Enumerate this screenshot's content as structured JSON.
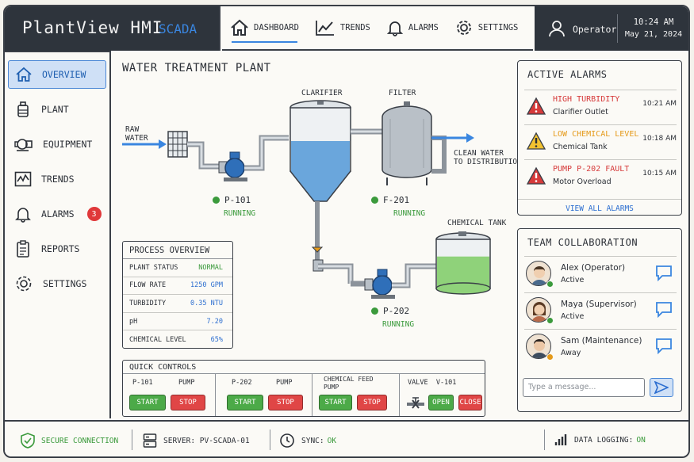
{
  "header": {
    "app_name": "PlantView HMI",
    "app_tag": "SCADA",
    "nav": [
      {
        "label": "DASHBOARD",
        "icon": "home-icon",
        "active": true
      },
      {
        "label": "TRENDS",
        "icon": "trend-chart-icon",
        "active": false
      },
      {
        "label": "ALARMS",
        "icon": "bell-icon",
        "active": false
      },
      {
        "label": "SETTINGS",
        "icon": "gear-icon",
        "active": false
      }
    ],
    "user": "Operator",
    "time": "10:24 AM",
    "date": "May 21, 2024"
  },
  "sidebar": {
    "items": [
      {
        "label": "OVERVIEW",
        "icon": "home-icon",
        "active": true
      },
      {
        "label": "PLANT",
        "icon": "plant-icon"
      },
      {
        "label": "EQUIPMENT",
        "icon": "pump-icon"
      },
      {
        "label": "TRENDS",
        "icon": "trend-chart-icon"
      },
      {
        "label": "ALARMS",
        "icon": "bell-icon",
        "badge": "3"
      },
      {
        "label": "REPORTS",
        "icon": "clipboard-icon"
      },
      {
        "label": "SETTINGS",
        "icon": "gear-icon"
      }
    ]
  },
  "main": {
    "title": "WATER TREATMENT PLANT",
    "labels": {
      "raw_water": "RAW\nWATER",
      "clarifier": "CLARIFIER",
      "filter": "FILTER",
      "clean_water": "CLEAN WATER\nTO DISTRIBUTION",
      "chemical_tank": "CHEMICAL TANK"
    },
    "equipment": [
      {
        "id": "P-101",
        "status": "RUNNING"
      },
      {
        "id": "F-201",
        "status": "RUNNING"
      },
      {
        "id": "P-202",
        "status": "RUNNING"
      }
    ],
    "process_overview": {
      "title": "PROCESS OVERVIEW",
      "rows": [
        {
          "label": "PLANT STATUS",
          "value": "NORMAL"
        },
        {
          "label": "FLOW RATE",
          "value": "1250 GPM"
        },
        {
          "label": "TURBIDITY",
          "value": "0.35 NTU"
        },
        {
          "label": "pH",
          "value": "7.20"
        },
        {
          "label": "CHEMICAL LEVEL",
          "value": "65%"
        }
      ]
    },
    "quick_controls": {
      "title": "QUICK CONTROLS",
      "groups": [
        {
          "name": "P-101",
          "type": "PUMP",
          "start": "START",
          "stop": "STOP"
        },
        {
          "name": "P-202",
          "type": "PUMP",
          "start": "START",
          "stop": "STOP"
        },
        {
          "name": "CHEMICAL FEED\nPUMP",
          "start": "START",
          "stop": "STOP"
        },
        {
          "name": "VALVE  V-101",
          "open": "OPEN",
          "close": "CLOSE"
        }
      ]
    },
    "levels": {
      "clarifier": 0.55,
      "filter": 0.0,
      "chemical_tank": 0.65
    }
  },
  "alarms": {
    "title": "ACTIVE ALARMS",
    "items": [
      {
        "title": "HIGH TURBIDITY",
        "source": "Clarifier Outlet",
        "time": "10:21 AM",
        "severity": "high",
        "color": "#d63a3a"
      },
      {
        "title": "LOW CHEMICAL LEVEL",
        "source": "Chemical Tank",
        "time": "10:18 AM",
        "severity": "medium",
        "color": "#e59a1a"
      },
      {
        "title": "PUMP P-202 FAULT",
        "source": "Motor Overload",
        "time": "10:15 AM",
        "severity": "high",
        "color": "#d63a3a"
      }
    ],
    "view_all": "VIEW ALL ALARMS"
  },
  "team": {
    "title": "TEAM COLLABORATION",
    "members": [
      {
        "name": "Alex (Operator)",
        "status": "Active",
        "status_color": "#3b9a3c"
      },
      {
        "name": "Maya (Supervisor)",
        "status": "Active",
        "status_color": "#3b9a3c"
      },
      {
        "name": "Sam (Maintenance)",
        "status": "Away",
        "status_color": "#e59a1a"
      }
    ],
    "placeholder": "Type a message..."
  },
  "footer": {
    "secure": "SECURE CONNECTION",
    "server": "SERVER: PV-SCADA-01",
    "sync_label": "SYNC:",
    "sync_value": "OK",
    "logging_label": "DATA LOGGING:",
    "logging_value": "ON"
  },
  "colors": {
    "accent": "#3a86e0",
    "ok": "#3b9a3c",
    "alarm": "#d63a3a",
    "warning": "#e59a1a",
    "header_dark": "#2e343c"
  }
}
